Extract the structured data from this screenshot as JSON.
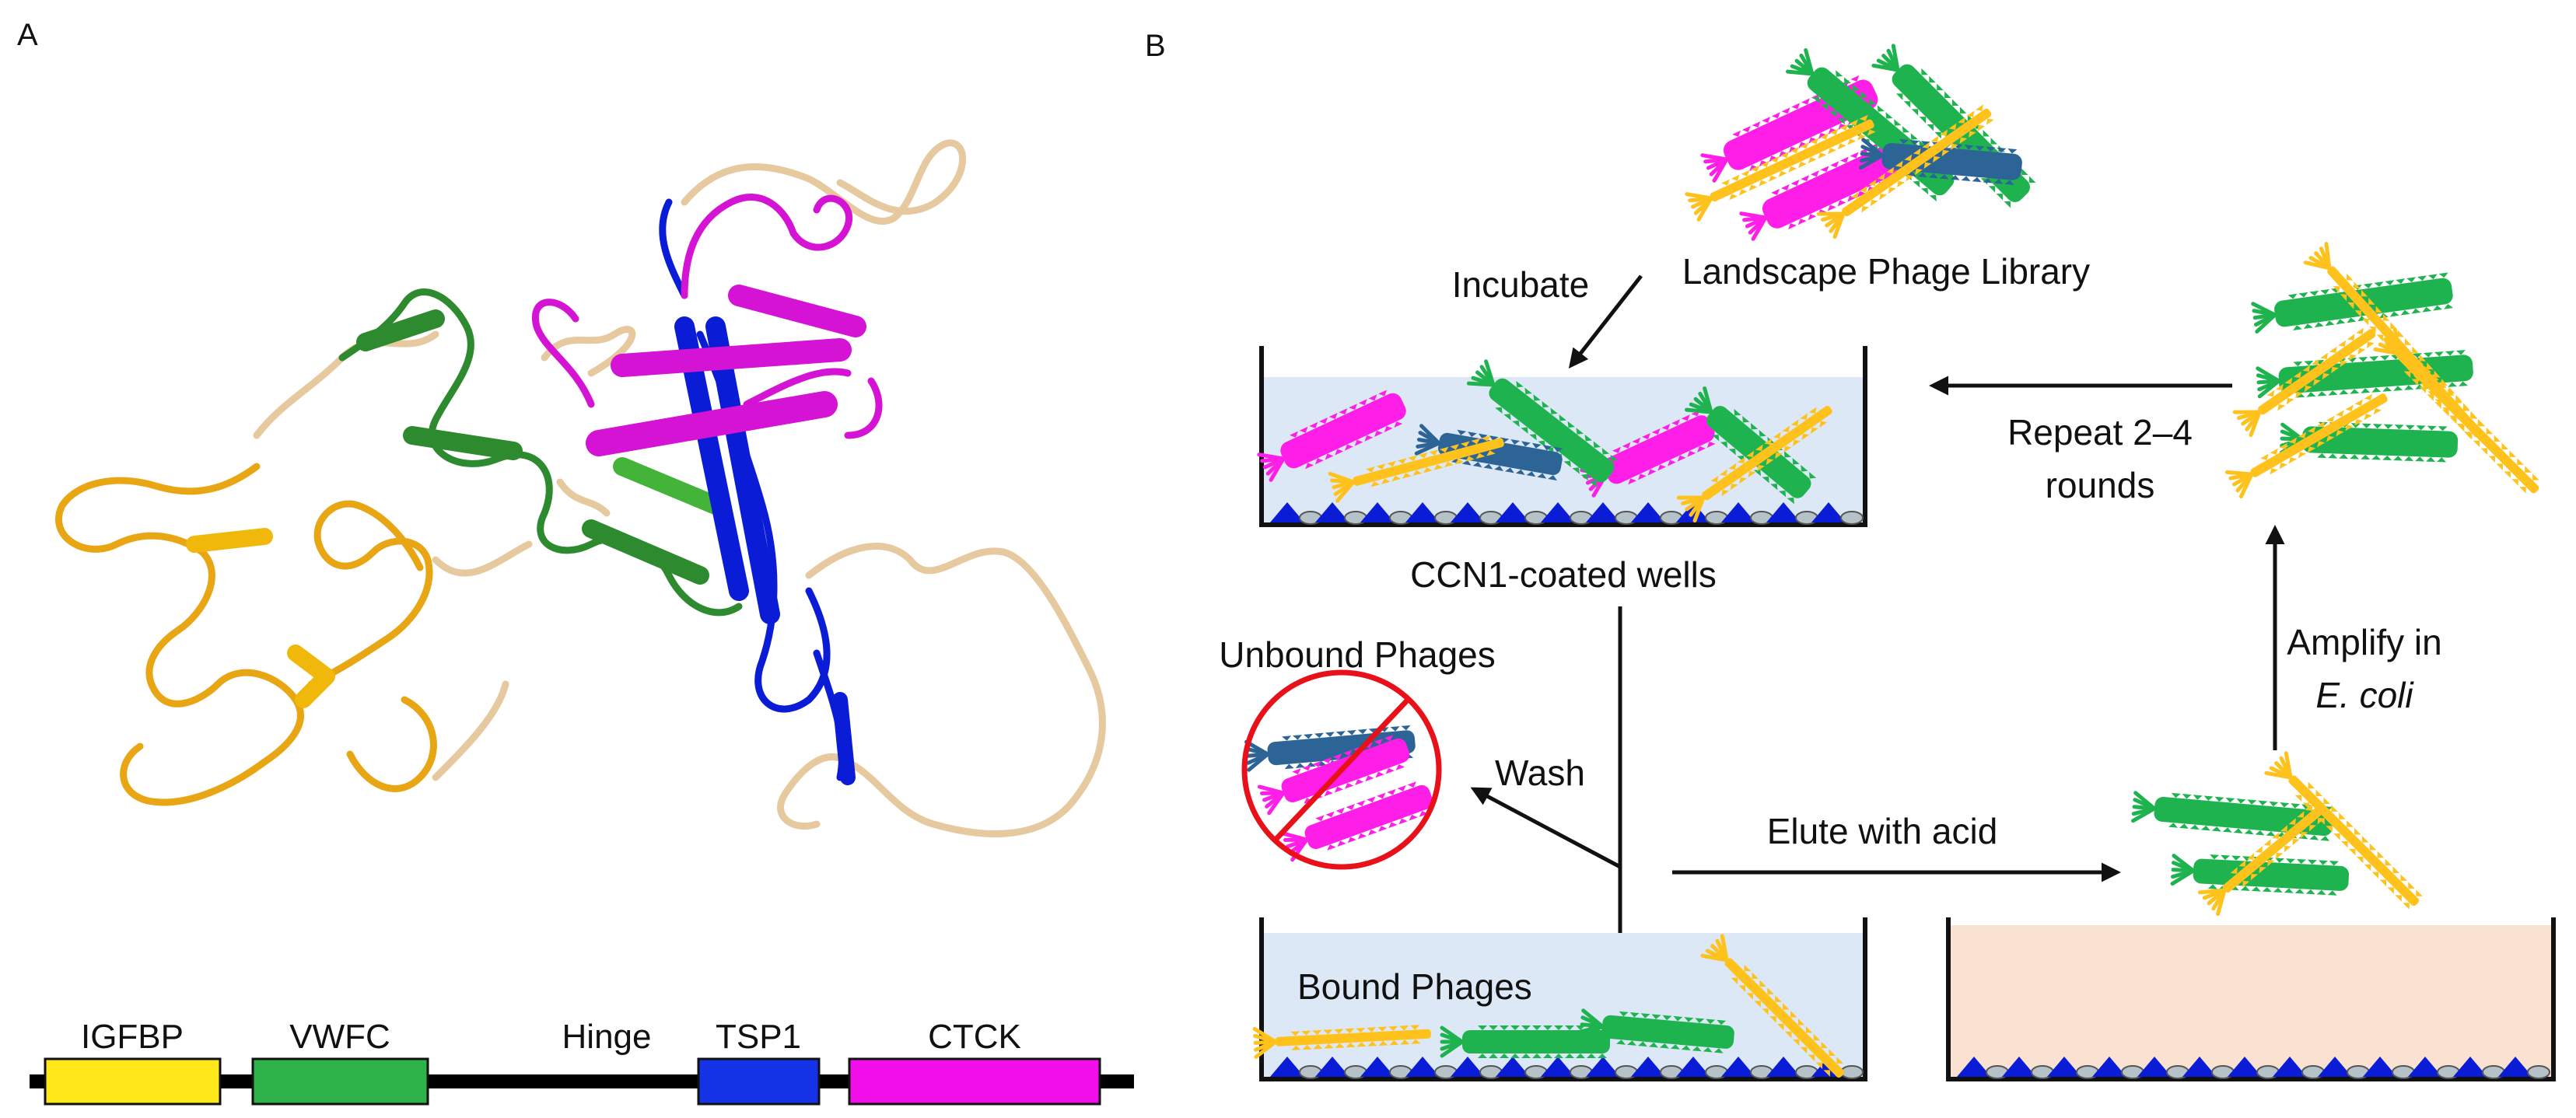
{
  "panel_a": {
    "letter": "A",
    "domain_bar": [
      {
        "key": "igfbp",
        "label": "IGFBP",
        "color": "#FFE81A"
      },
      {
        "key": "vwfc",
        "label": "VWFC",
        "color": "#2EB24A"
      },
      {
        "key": "hinge",
        "label": "Hinge",
        "color": null
      },
      {
        "key": "tsp1",
        "label": "TSP1",
        "color": "#1533E6"
      },
      {
        "key": "ctck",
        "label": "CTCK",
        "color": "#F20EEA"
      }
    ],
    "ribbon_colors": {
      "igfbp": "#E8A614",
      "vwfc": "#2E8A2E",
      "hinge": "#E6C99E",
      "tsp1": "#0A1CD6",
      "ctck": "#D413D4"
    }
  },
  "panel_b": {
    "letter": "B",
    "library_label": "Landscape Phage Library",
    "incubate_label": "Incubate",
    "wells_label": "CCN1-coated wells",
    "repeat_label_line1": "Repeat 2–4",
    "repeat_label_line2": "rounds",
    "unbound_label": "Unbound Phages",
    "wash_label": "Wash",
    "elute_label": "Elute with acid",
    "amplify_label_line1": "Amplify in",
    "amplify_label_line2": "E. coli",
    "bound_label": "Bound Phages",
    "colors": {
      "well_fluid": "#DCE8F5",
      "eluate_fluid": "#F9E2D2",
      "phage_magenta": "#FF1EE8",
      "phage_green": "#1FB34F",
      "phage_blue": "#2C6496",
      "phage_yellow": "#FFC21C",
      "prohibit_red": "#E8111A",
      "coating_blue": "#0A1CD6"
    }
  }
}
